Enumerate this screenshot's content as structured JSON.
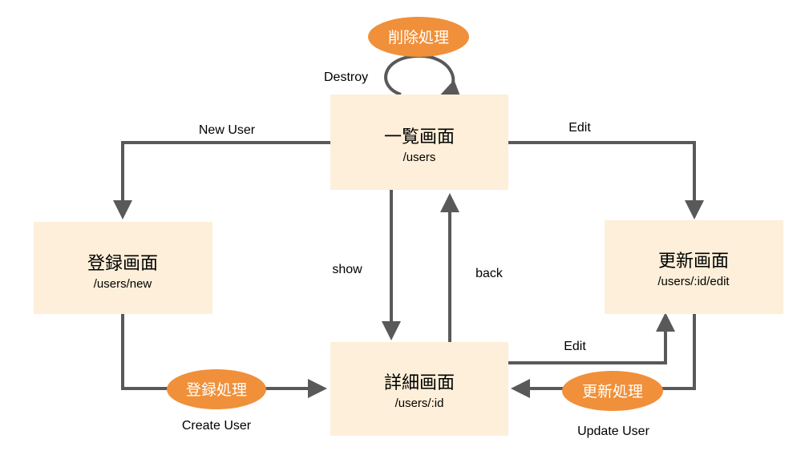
{
  "colors": {
    "box_fill": "#FDEFD9",
    "badge_fill": "#F0903A",
    "arrow": "#595959",
    "text": "#000000"
  },
  "screens": {
    "index": {
      "title": "一覧画面",
      "path": "/users"
    },
    "new": {
      "title": "登録画面",
      "path": "/users/new"
    },
    "show": {
      "title": "詳細画面",
      "path": "/users/:id"
    },
    "edit": {
      "title": "更新画面",
      "path": "/users/:id/edit"
    }
  },
  "processes": {
    "destroy": "削除処理",
    "create": "登録処理",
    "update": "更新処理"
  },
  "transitions": {
    "destroy": "Destroy",
    "new_user": "New User",
    "edit_from_index": "Edit",
    "show": "show",
    "back": "back",
    "edit_from_show": "Edit",
    "create_user": "Create User",
    "update_user": "Update User"
  }
}
